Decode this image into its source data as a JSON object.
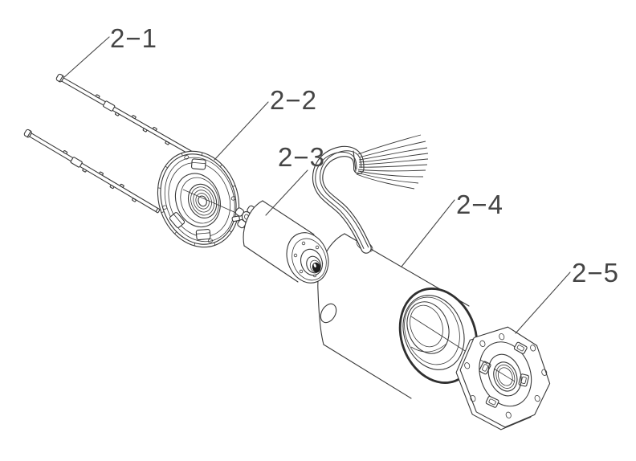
{
  "figure": {
    "background": "#ffffff",
    "line_color": "#383838",
    "label_color": "#454545",
    "labels": [
      {
        "id": "2-1",
        "text": "2−1"
      },
      {
        "id": "2-2",
        "text": "2−2"
      },
      {
        "id": "2-3",
        "text": "2−3"
      },
      {
        "id": "2-4",
        "text": "2−4"
      },
      {
        "id": "2-5",
        "text": "2−5"
      }
    ]
  }
}
